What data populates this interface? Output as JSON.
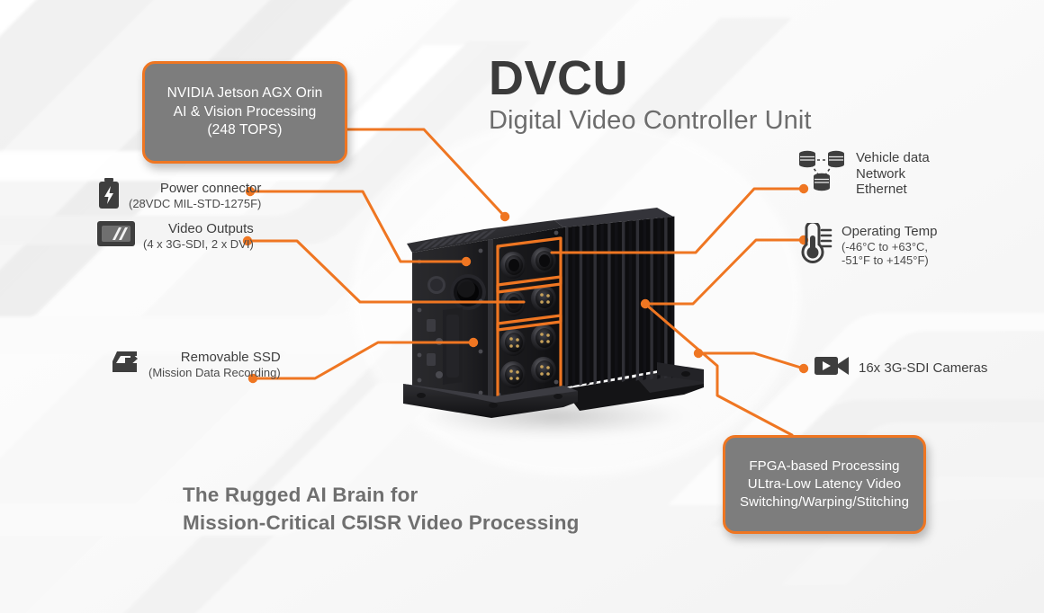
{
  "meta": {
    "accent_color": "#ef7622",
    "callout_bg": "#7d7d7d",
    "title_color": "#3b3b3b",
    "subtitle_color": "#6d6d6d",
    "tagline_color": "#6f6f6f",
    "background_color": "#fbfbfb"
  },
  "header": {
    "title": "DVCU",
    "subtitle": "Digital Video Controller Unit"
  },
  "tagline": {
    "line1": "The Rugged AI Brain for",
    "line2": "Mission-Critical C5ISR Video Processing"
  },
  "callouts": [
    {
      "id": "nvidia",
      "line1": "NVIDIA Jetson AGX Orin",
      "line2": "AI & Vision Processing",
      "line3": "(248 TOPS)"
    },
    {
      "id": "fpga",
      "line1": "FPGA-based Processing",
      "line2": "ULtra-Low Latency Video",
      "line3": "Switching/Warping/Stitching"
    }
  ],
  "specs": {
    "power": {
      "icon": "battery-icon",
      "title": "Power connector",
      "detail": "(28VDC MIL-STD-1275F)"
    },
    "video_outputs": {
      "icon": "display-icon",
      "title": "Video Outputs",
      "detail": "(4 x 3G-SDI, 2 x DVI)"
    },
    "ssd": {
      "icon": "removable-drive-icon",
      "title": "Removable SSD",
      "detail": "(Mission Data Recording)"
    },
    "network": {
      "icon": "network-nodes-icon",
      "line1": "Vehicle data",
      "line2": "Network",
      "line3": "Ethernet"
    },
    "temperature": {
      "icon": "thermometer-icon",
      "title": "Operating Temp",
      "detail1": "(-46°C to +63°C,",
      "detail2": "-51°F to +145°F)"
    },
    "cameras": {
      "icon": "video-camera-icon",
      "title": "16x 3G-SDI Cameras"
    }
  },
  "product": {
    "name": "dvcu-rugged-video-controller",
    "description": "Black ruggedized aluminium enclosure with finned heatsink, circular MIL-spec connector panel and mounting feet",
    "connector_groups": [
      {
        "id": "group-top",
        "count": 2
      },
      {
        "id": "group-middle",
        "count": 2
      },
      {
        "id": "group-bottom",
        "count": 4
      }
    ]
  }
}
